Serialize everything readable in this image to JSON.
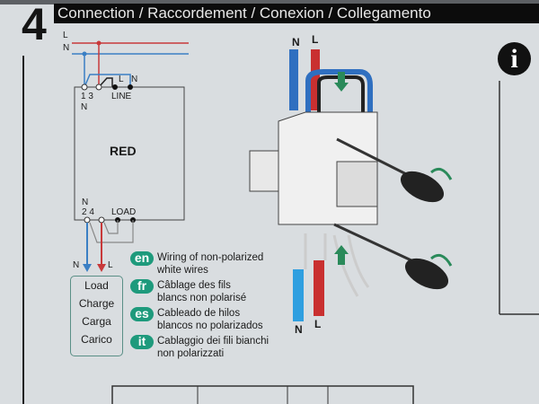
{
  "step_number": "4",
  "title": "Connection / Raccordement / Conexion / Collegamento",
  "schematic": {
    "line_L": "L",
    "line_N": "N",
    "top_terminals": "1 3",
    "top_terminal_n": "N",
    "top_L": "L",
    "top_N": "N",
    "line_label": "LINE",
    "device_name": "RED",
    "bottom_n": "N",
    "bottom_terminals": "2 4",
    "load_label": "LOAD",
    "out_N": "N",
    "out_L": "L"
  },
  "load_box": [
    "Load",
    "Charge",
    "Carga",
    "Carico"
  ],
  "legend": [
    {
      "lang": "en",
      "text1": "Wiring of non-polarized",
      "text2": "white wires"
    },
    {
      "lang": "fr",
      "text1": "Câblage des fils",
      "text2": "blancs non polarisé"
    },
    {
      "lang": "es",
      "text1": "Cableado de hilos",
      "text2": "blancos no polarizados"
    },
    {
      "lang": "it",
      "text1": "Cablaggio dei fili bianchi",
      "text2": "non polarizzati"
    }
  ],
  "illustration": {
    "top_N": "N",
    "top_L": "L",
    "bottom_N": "N",
    "bottom_L": "L"
  },
  "info_icon": "i",
  "colors": {
    "live": "#c8393a",
    "neutral": "#3a7fc4",
    "badge": "#1e9a7c",
    "arrow": "#2a8a5a"
  }
}
